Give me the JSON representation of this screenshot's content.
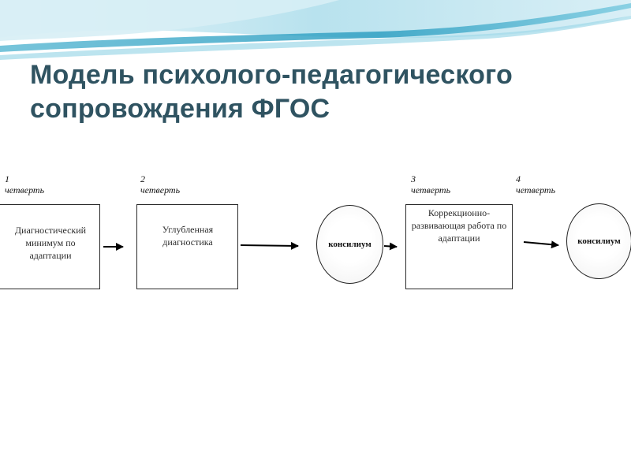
{
  "slide": {
    "title_lines": [
      "Модель психолого-педагогического",
      "сопровождения ФГОС"
    ]
  },
  "quarters": [
    {
      "number": "1",
      "word": "четверть"
    },
    {
      "number": "2",
      "word": "четверть"
    },
    {
      "number": "3",
      "word": "четверть"
    },
    {
      "number": "4",
      "word": "четверть"
    }
  ],
  "nodes": {
    "box1": {
      "lines": [
        "Диагностический",
        "минимум по",
        "адаптации"
      ]
    },
    "box2": {
      "lines": [
        "Углубленная",
        "диагностика"
      ]
    },
    "circle1": {
      "label": "консилиум"
    },
    "box3": {
      "lines": [
        "Коррекционно-",
        "развивающая работа по",
        "адаптации"
      ]
    },
    "circle2": {
      "label": "консилиум"
    }
  },
  "colors": {
    "title": "#2f5361",
    "wave_dark": "#3aa6c6",
    "wave_light": "#bfe4ef"
  }
}
